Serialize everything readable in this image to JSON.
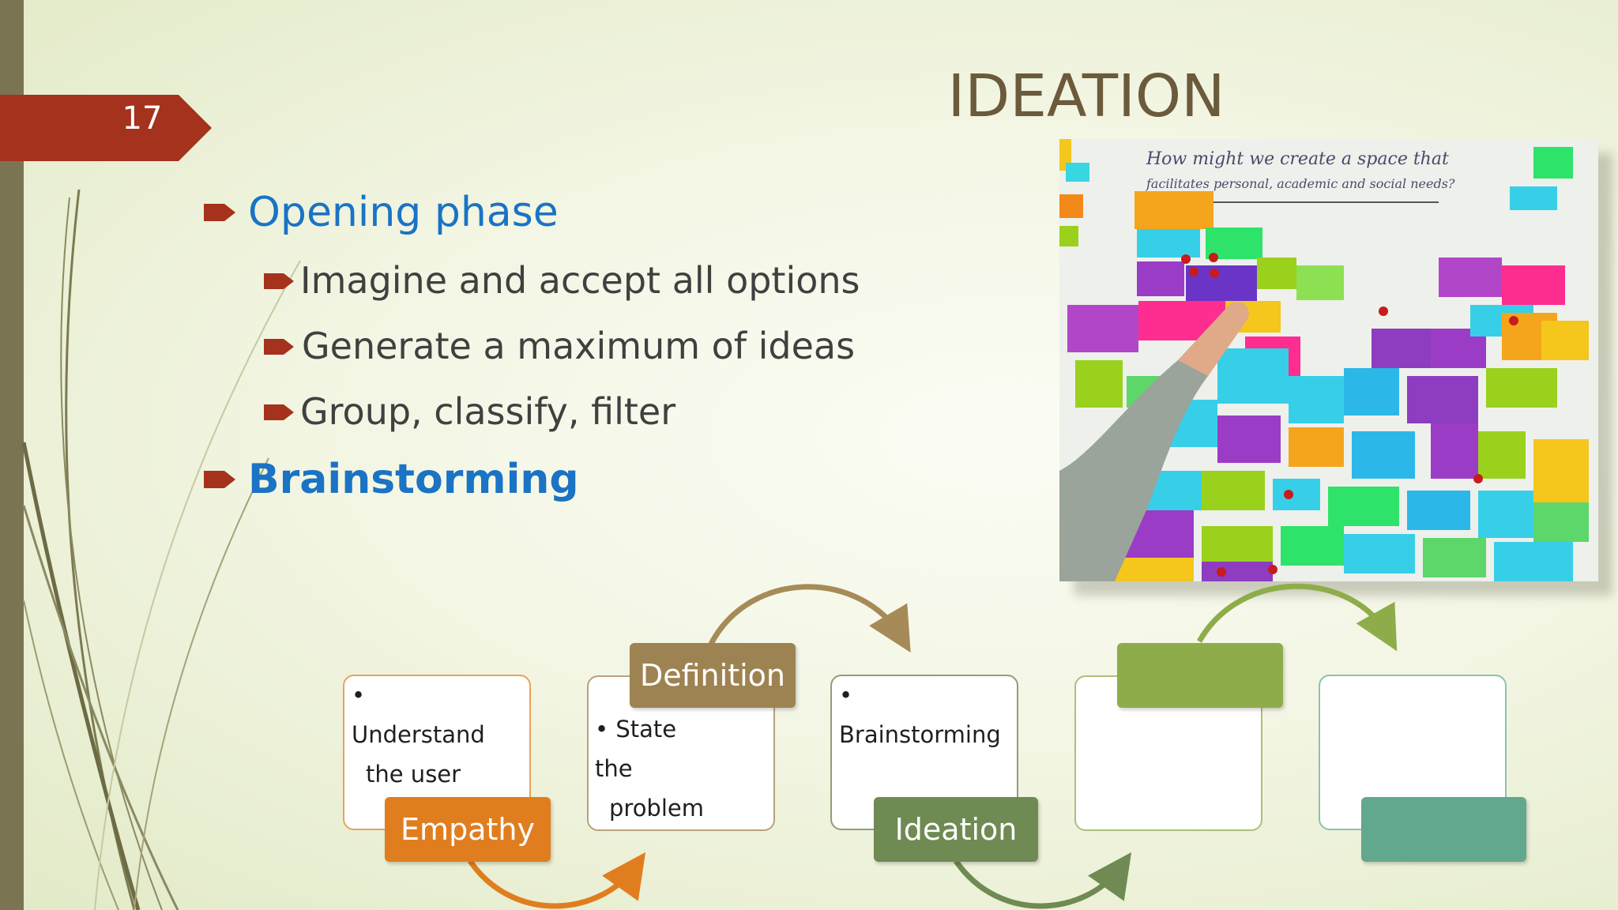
{
  "slide": {
    "number": "17",
    "title": "IDEATION"
  },
  "bullets": [
    {
      "text": "Opening phase",
      "level": 1
    },
    {
      "text": "Imagine and accept all options",
      "level": 2
    },
    {
      "text": "Generate a maximum of ideas",
      "level": 2
    },
    {
      "text": "Group, classify, filter",
      "level": 2
    },
    {
      "text": "Brainstorming",
      "level": 1
    }
  ],
  "photo": {
    "heading": "How might we create a space that facilitates personal, academic and social needs?"
  },
  "process": {
    "stages": [
      {
        "label": "Empathy",
        "bullet_lines": [
          "Understand",
          "the user"
        ],
        "color": "#e07e1f"
      },
      {
        "label": "Definition",
        "bullet_lines": [
          "State the",
          "problem"
        ],
        "color": "#9e8352"
      },
      {
        "label": "Ideation",
        "bullet_lines": [
          "Brainstorming"
        ],
        "color": "#6f8a52"
      },
      {
        "label": "",
        "bullet_lines": [],
        "color": "#8ead4a"
      },
      {
        "label": "",
        "bullet_lines": [],
        "color": "#62a88e"
      }
    ]
  },
  "colors": {
    "accent_red": "#a5321c",
    "title_brown": "#6b5a3b",
    "bullet_blue": "#1a73c4",
    "sidebar": "#7b7452"
  }
}
